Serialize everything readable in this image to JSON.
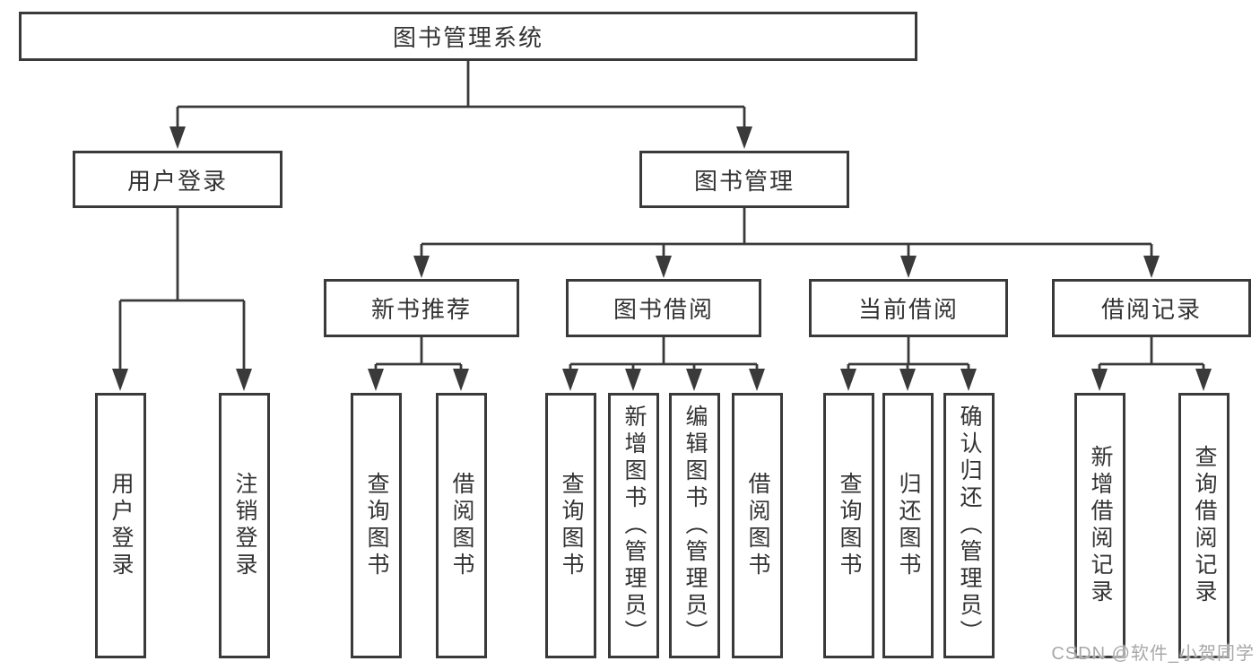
{
  "title": "图书管理系统",
  "tree": {
    "root": {
      "label": "图书管理系统"
    },
    "branches": [
      {
        "label": "用户登录",
        "children": [
          {
            "label": "用户登录"
          },
          {
            "label": "注销登录"
          }
        ]
      },
      {
        "label": "图书管理",
        "sections": [
          {
            "label": "新书推荐",
            "children": [
              {
                "label": "查询图书"
              },
              {
                "label": "借阅图书"
              }
            ]
          },
          {
            "label": "图书借阅",
            "children": [
              {
                "label": "查询图书"
              },
              {
                "label": "新增图书（管理员）"
              },
              {
                "label": "编辑图书（管理员）"
              },
              {
                "label": "借阅图书"
              }
            ]
          },
          {
            "label": "当前借阅",
            "children": [
              {
                "label": "查询图书"
              },
              {
                "label": "归还图书"
              },
              {
                "label": "确认归还（管理员）"
              }
            ]
          },
          {
            "label": "借阅记录",
            "children": [
              {
                "label": "新增借阅记录"
              },
              {
                "label": "查询借阅记录"
              }
            ]
          }
        ]
      }
    ]
  },
  "watermark": {
    "text": "CSDN @软件_小贺同学"
  },
  "colors": {
    "line": "#3a3a3a",
    "text": "#333333",
    "watermark": "#a8a8a8",
    "background": "#ffffff"
  }
}
